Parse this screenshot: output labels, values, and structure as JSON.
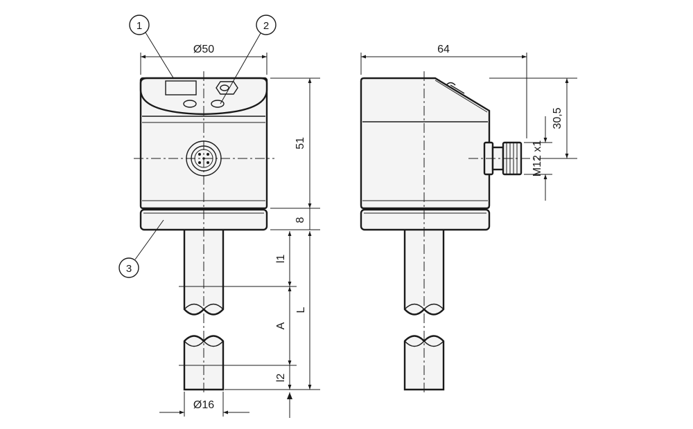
{
  "callouts": {
    "c1": "1",
    "c2": "2",
    "c3": "3"
  },
  "dimensions": {
    "diameter_body": "Ø50",
    "width_side": "64",
    "height_body": "51",
    "height_ring": "8",
    "height_connector": "30,5",
    "thread": "M12 x1",
    "length_l1": "l1",
    "length_a": "A",
    "length_l": "L",
    "length_l2": "l2",
    "diameter_probe": "Ø16"
  },
  "colors": {
    "line": "#1a1a1a",
    "fill": "#f4f4f4"
  }
}
